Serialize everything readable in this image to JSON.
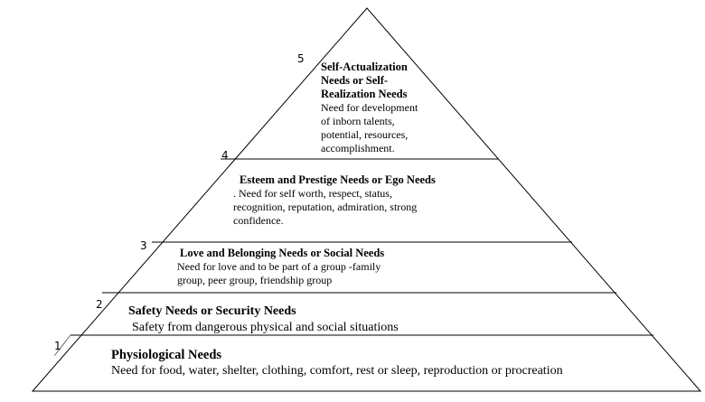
{
  "diagram": {
    "levels": [
      {
        "number": "1",
        "title": "Physiological Needs",
        "description": "Need for food, water, shelter, clothing, comfort, rest or sleep, reproduction or procreation"
      },
      {
        "number": "2",
        "title": "Safety Needs or Security Needs",
        "description": "Safety from dangerous physical and social situations"
      },
      {
        "number": "3",
        "title": "Love and Belonging Needs or Social Needs",
        "description": " Need for love and to be part of a group -family\ngroup, peer group, friendship group"
      },
      {
        "number": "4",
        "title": "Esteem and Prestige Needs or Ego Needs",
        "description": ". Need for self worth, respect, status,\nrecognition, reputation, admiration, strong\nconfidence."
      },
      {
        "number": "5",
        "title": "Self-Actualization\nNeeds or Self-\nRealization Needs",
        "description": "Need for development\nof inborn talents,\npotential, resources,\naccomplishment."
      }
    ]
  }
}
